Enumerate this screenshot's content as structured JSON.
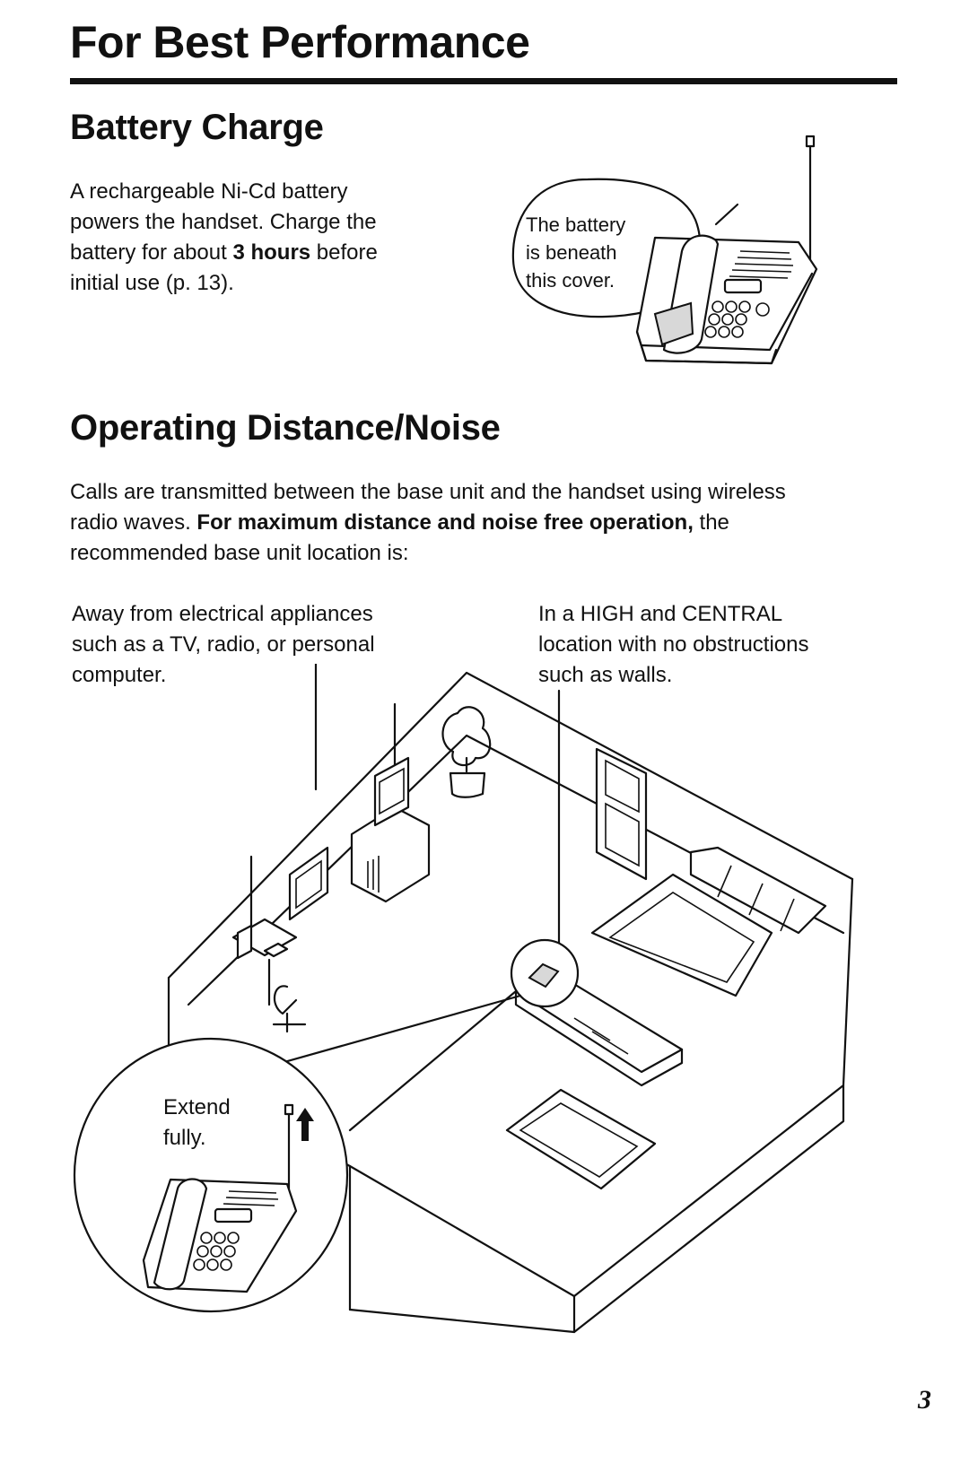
{
  "page": {
    "title": "For Best Performance",
    "page_number": "3"
  },
  "battery": {
    "heading": "Battery Charge",
    "line1": "A rechargeable Ni-Cd battery",
    "line2": "powers the handset. Charge the",
    "line3_a": "battery for about ",
    "line3_b": "3 hours",
    "line3_c": " before",
    "line4": "initial use (p. 13).",
    "callout": [
      "The battery",
      "is beneath",
      "this cover."
    ]
  },
  "distance": {
    "heading": "Operating Distance/Noise",
    "line1": "Calls are transmitted between the base unit and the handset using wireless",
    "line2_a": "radio waves. ",
    "line2_b": "For maximum distance and noise free operation,",
    "line2_c": " the",
    "line3": "recommended base unit location is:",
    "left_label": [
      "Away from electrical appliances",
      "such as a TV, radio, or personal",
      "computer."
    ],
    "right_label": [
      "In a HIGH and CENTRAL",
      "location with no obstructions",
      "such as walls."
    ],
    "antenna_label": [
      "Extend",
      "fully."
    ]
  }
}
